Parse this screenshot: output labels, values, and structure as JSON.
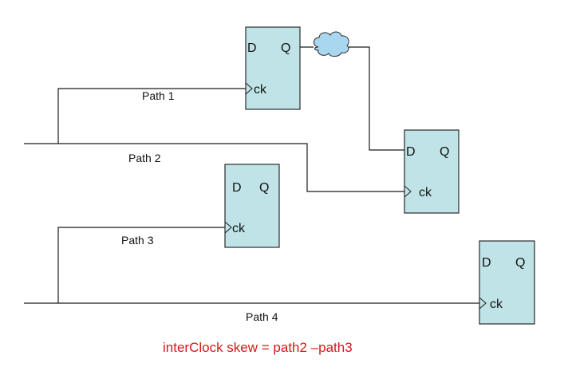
{
  "flip_flop": {
    "d_label": "D",
    "q_label": "Q",
    "clk_label": "ck"
  },
  "paths": {
    "path1": "Path 1",
    "path2": "Path 2",
    "path3": "Path 3",
    "path4": "Path 4"
  },
  "formula": "interClock skew = path2 –path3",
  "colors": {
    "flip_flop_fill": "#bfe3e6",
    "formula": "#d11a1a",
    "cloud_fill": "#a9d7f0"
  },
  "icons": {
    "combinational_logic": "cloud-icon",
    "clock_input": "clock-triangle-icon"
  }
}
